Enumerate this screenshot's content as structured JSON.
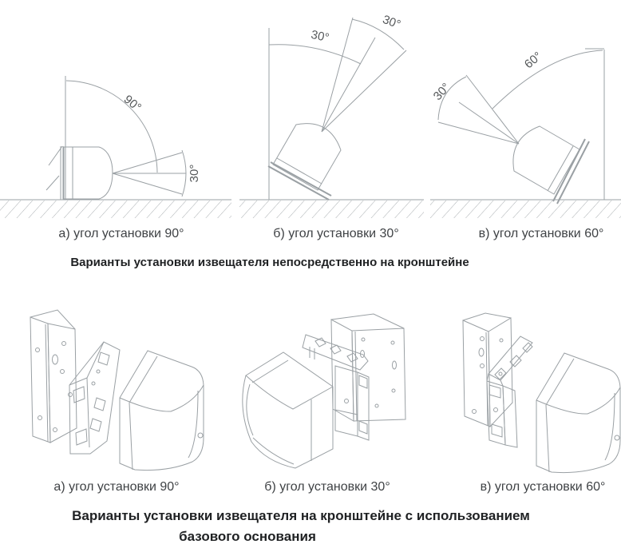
{
  "page": {
    "background": "#ffffff",
    "line_color": "#9aa0a4",
    "hatch_color": "#a9aeb1",
    "text_color": "#3f4245"
  },
  "top_figure": {
    "description": "detector-mounted-directly-on-bracket",
    "diagrams": [
      {
        "label_main": "90°",
        "label_cone": "30°",
        "caption": "а) угол установки 90°"
      },
      {
        "label_main": "30°",
        "label_cone": "30°",
        "caption": "б) угол установки 30°"
      },
      {
        "label_main": "60°",
        "label_cone": "30°",
        "caption": "в) угол установки 60°"
      }
    ],
    "title": "Варианты установки извещателя непосредственно на кронштейне"
  },
  "bottom_figure": {
    "description": "exploded-views-with-base-plate",
    "diagrams": [
      {
        "caption": "а) угол установки 90°"
      },
      {
        "caption": "б) угол установки 30°"
      },
      {
        "caption": "в) угол установки 60°"
      }
    ],
    "title_line1": "Варианты установки извещателя на кронштейне с использованием",
    "title_line2": "базового основания"
  }
}
